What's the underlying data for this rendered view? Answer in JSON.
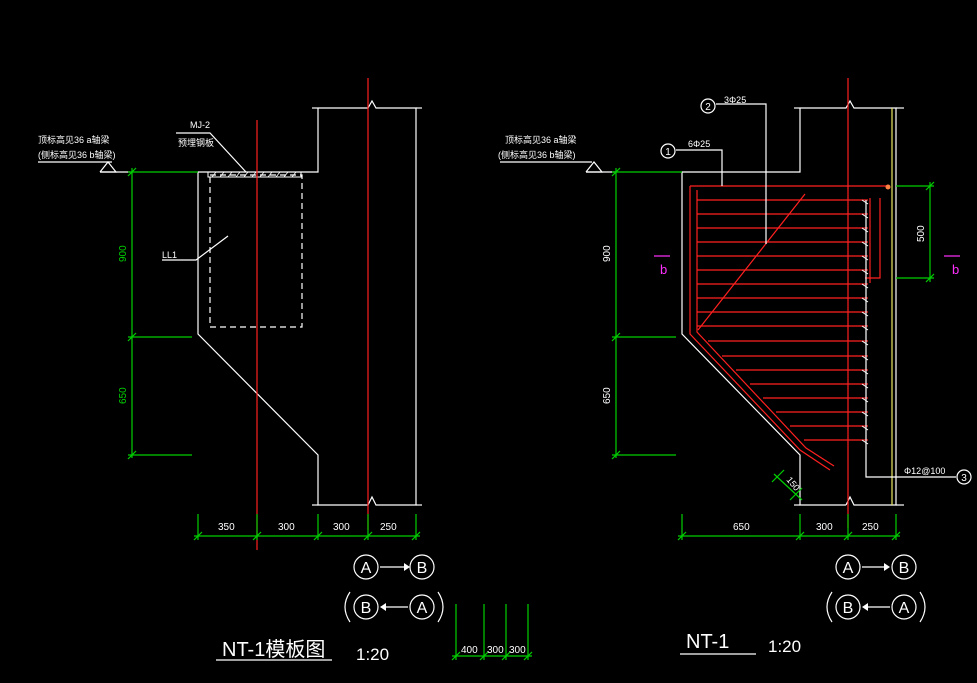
{
  "colors": {
    "background": "#000000",
    "outline": "#ffffff",
    "dimension": "#00d000",
    "rebar": "#ff2020",
    "section_mark": "#ff30ff",
    "yellow_line": "#e8e860"
  },
  "left": {
    "elev_note_1": "顶标高见36 a轴梁",
    "elev_note_2": "(侧标高见36 b轴梁)",
    "mj_label": "MJ-2",
    "mj_sub": "预埋钢板",
    "ll_label": "LL1",
    "dim_900": "900",
    "dim_650": "650",
    "dim_350": "350",
    "dim_300a": "300",
    "dim_300b": "300",
    "dim_250": "250",
    "axis_a": "A",
    "axis_b": "B",
    "title": "NT-1模板图",
    "scale": "1:20"
  },
  "small_dims": {
    "d400": "400",
    "d300a": "300",
    "d300b": "300"
  },
  "right": {
    "elev_note_1": "顶标高见36 a轴梁",
    "elev_note_2": "(侧标高见36 b轴梁)",
    "tag_2_num": "2",
    "tag_2_text": "3Φ25",
    "tag_1_num": "1",
    "tag_1_text": "6Φ25",
    "tag_3_num": "3",
    "tag_3_text": "Φ12@100",
    "section_mark": "b",
    "section_mark_right": "b",
    "dim_900": "900",
    "dim_650": "650",
    "dim_500": "500",
    "dim_150": "150",
    "dim_650b": "650",
    "dim_300": "300",
    "dim_250": "250",
    "axis_a": "A",
    "axis_b": "B",
    "title": "NT-1",
    "scale": "1:20"
  }
}
